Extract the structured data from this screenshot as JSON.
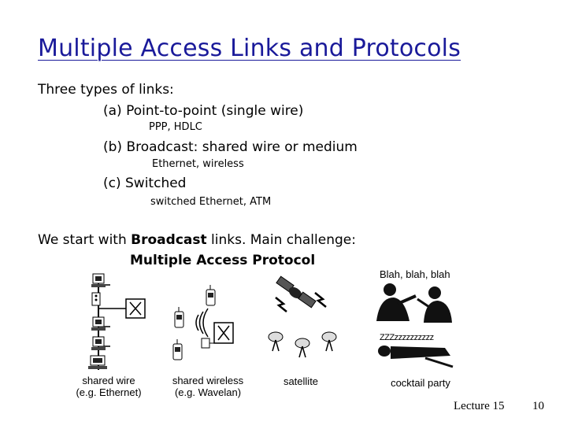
{
  "slide": {
    "title": "Multiple Access Links and Protocols",
    "intro": "Three types of links:",
    "items": [
      {
        "label": "(a) Point-to-point (single wire)",
        "sub": "PPP, HDLC"
      },
      {
        "label": "(b) Broadcast: shared wire or medium",
        "sub": "Ethernet, wireless"
      },
      {
        "label": "(c) Switched",
        "sub": "switched Ethernet, ATM"
      }
    ],
    "start_prefix": "We start with ",
    "start_bold": "Broadcast",
    "start_suffix": " links. Main challenge:",
    "challenge": "Multiple Access Protocol"
  },
  "figure": {
    "speech_top": "Blah, blah, blah",
    "speech_sleep": "ZZZzzzzzzzzzz",
    "labels": {
      "shared_wire_1": "shared wire",
      "shared_wire_2": "(e.g. Ethernet)",
      "shared_wireless_1": "shared wireless",
      "shared_wireless_2": "(e.g. Wavelan)",
      "satellite": "satellite",
      "cocktail": "cocktail party"
    }
  },
  "footer": {
    "lecture": "Lecture 15",
    "page": "10"
  }
}
